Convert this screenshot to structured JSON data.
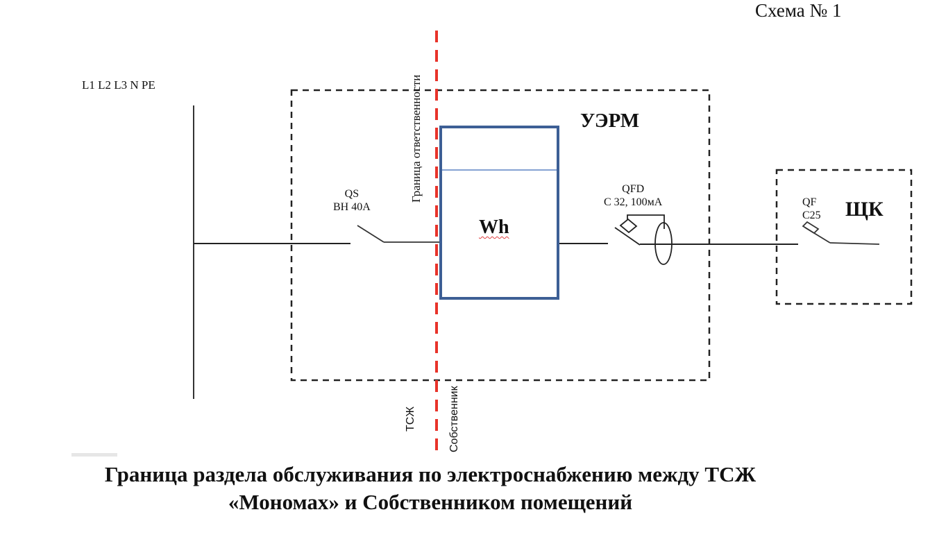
{
  "header": {
    "scheme_number": "Схема № 1"
  },
  "bus": {
    "label": "L1 L2 L3 N PE"
  },
  "boundary_line": {
    "label": "Граница ответственности",
    "left_side_label": "ТСЖ",
    "right_side_label": "Собственник",
    "color": "#e8332a"
  },
  "devices": {
    "qs": {
      "name": "QS",
      "rating": "ВН 40А"
    },
    "meter": {
      "label": "Wh",
      "border_color": "#3d5f95"
    },
    "qfd": {
      "name": "QFD",
      "rating": "С 32, 100мА"
    },
    "qf": {
      "name": "QF",
      "rating": "С25"
    }
  },
  "enclosures": {
    "uerm": {
      "label": "УЭРМ"
    },
    "shchk": {
      "label": "ЩК"
    }
  },
  "caption": {
    "line1": "Граница раздела обслуживания по электроснабжению между ТСЖ",
    "line2": "«Мономах» и Собственником помещений"
  }
}
